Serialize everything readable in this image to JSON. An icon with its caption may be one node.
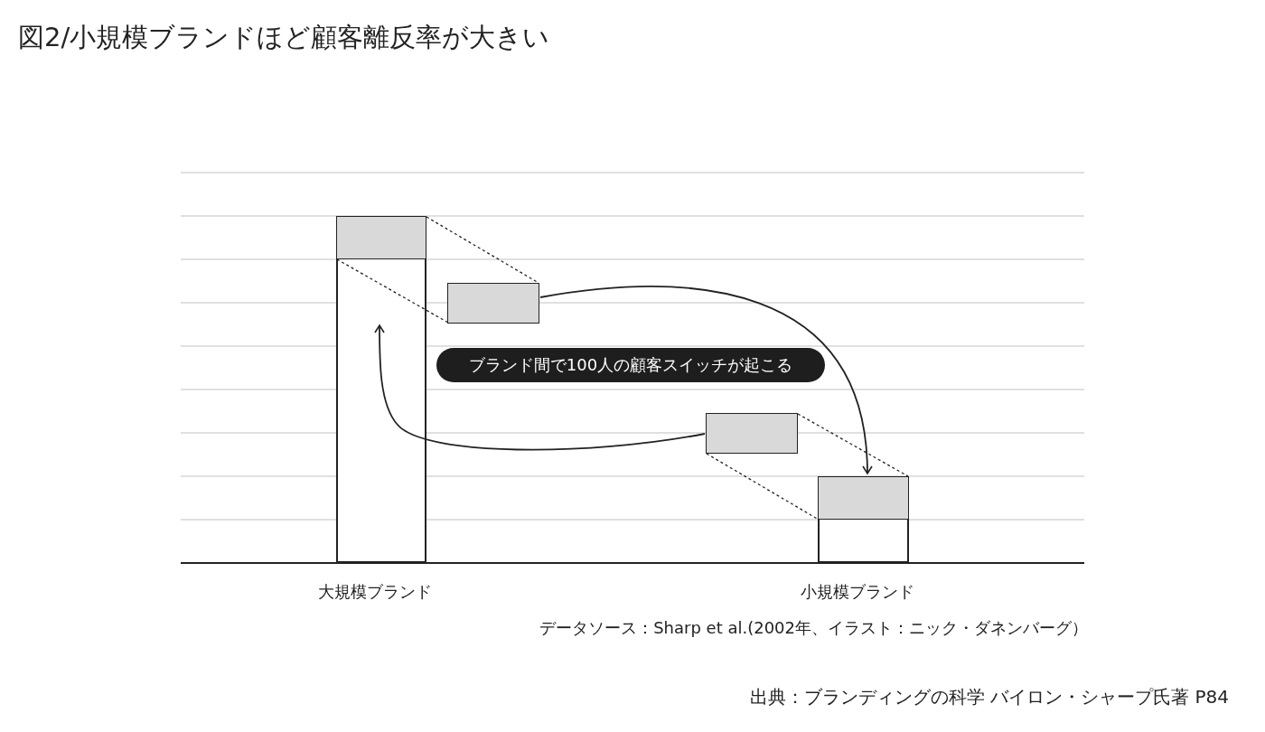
{
  "diagram": {
    "title": "図2/小規模ブランドほど顧客離反率が大きい",
    "caption": "出典：ブランディングの科学 バイロン・シャープ氏著 P84",
    "nodes": [
      {
        "text": [],
        "shape": "bar"
      },
      {
        "text": [],
        "shape": "box",
        "in": 0
      },
      {
        "text": [],
        "shape": "box"
      },
      {
        "text": [],
        "shape": "box"
      },
      {
        "text": [],
        "shape": "bar"
      },
      {
        "text": [],
        "shape": "box",
        "in": 4
      },
      {
        "text": [
          "ブランド間で100人の顧客スイッチが起こる"
        ]
      }
    ],
    "edges": [
      {
        "from": 1,
        "to": 2,
        "arrow": "none",
        "style": "dashed"
      },
      {
        "from": 1,
        "to": 2,
        "arrow": "none",
        "style": "dashed"
      },
      {
        "from": 2,
        "to": 4,
        "arrow": "to"
      },
      {
        "from": 3,
        "to": 5,
        "arrow": "none",
        "style": "dashed"
      },
      {
        "from": 3,
        "to": 5,
        "arrow": "none",
        "style": "dashed"
      },
      {
        "from": 3,
        "to": 0,
        "arrow": "to"
      }
    ],
    "labels": [
      "大規模ブランド",
      "小規模ブランド",
      "データソース：Sharp et al.(2002年、イラスト：ニック・ダネンバーグ）"
    ]
  }
}
